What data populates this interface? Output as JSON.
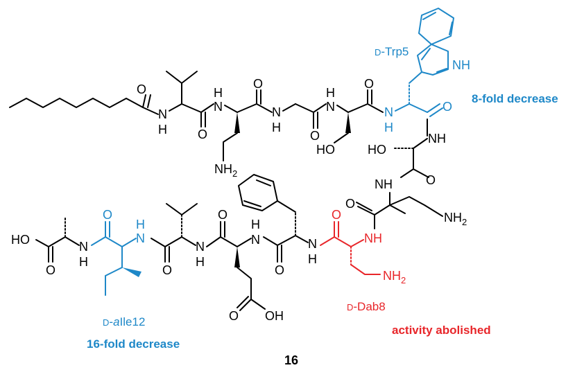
{
  "atoms": {
    "o": "O",
    "n": "N",
    "h": "H",
    "nh": "NH",
    "ho": "HO",
    "oh": "OH",
    "nh2_n": "NH",
    "nh2_sub": "2"
  },
  "annotations": {
    "trp_prefix": "D",
    "trp_name": "-Trp5",
    "trp_effect": "8-fold decrease",
    "ile_prefix": "D",
    "ile_mid": "-",
    "ile_italic": "a",
    "ile_name": "Ile12",
    "ile_effect": "16-fold decrease",
    "dab_prefix": "D",
    "dab_name": "-Dab8",
    "dab_effect": "activity abolished"
  },
  "compound": {
    "number": "16"
  },
  "colors": {
    "bond": "#000000",
    "highlight_blue": "#1e88c8",
    "highlight_red": "#e8262a"
  }
}
